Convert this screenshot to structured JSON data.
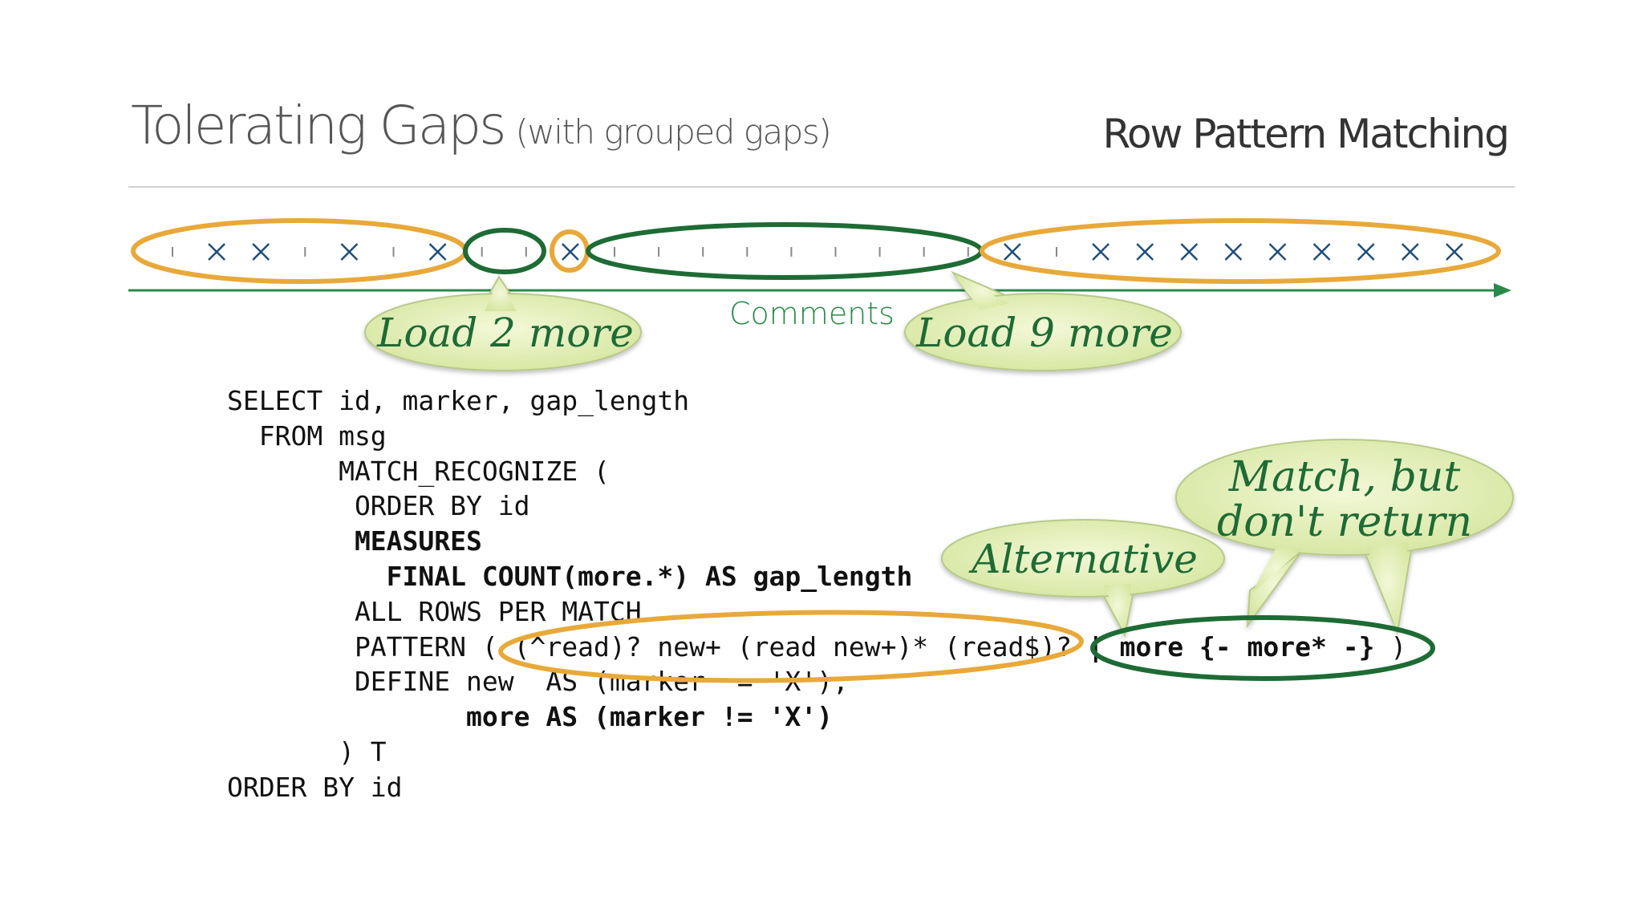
{
  "slide": {
    "title": "Tolerating Gaps",
    "subtitle": "(with grouped gaps)",
    "section": "Row Pattern Matching"
  },
  "timeline": {
    "axis_label": "Comments",
    "markers": [
      "|",
      "X",
      "X",
      "|",
      "X",
      "|",
      "X",
      "|",
      "|",
      "X",
      "|",
      "|",
      "|",
      "|",
      "|",
      "|",
      "|",
      "|",
      "|",
      "X",
      "|",
      "X",
      "X",
      "X",
      "X",
      "X",
      "X",
      "X",
      "X",
      "X"
    ]
  },
  "bubbles": {
    "load_2": "Load 2 more",
    "load_9": "Load 9 more",
    "alternative": "Alternative",
    "match_line1": "Match, but",
    "match_line2": "don't return"
  },
  "code": {
    "l1": "SELECT id, marker, gap_length",
    "l2": "  FROM msg",
    "l3": "       MATCH_RECOGNIZE (",
    "l4": "        ORDER BY id",
    "l5": "        MEASURES",
    "l6": "          FINAL COUNT(more.*) AS gap_length",
    "l7": "        ALL ROWS PER MATCH",
    "l8a": "        PATTERN ( (^read)? new+ (read new+)* (read$)? ",
    "l8b": "| more {- more* -}",
    "l8c": " )",
    "l9": "        DEFINE new  AS (marker  = 'X'),",
    "l10": "               more AS (marker != 'X')",
    "l11": "       ) T",
    "l12": "ORDER BY id"
  },
  "colors": {
    "orange": "#e8a93a",
    "green": "#1e6b35",
    "marker_blue": "#1f4e79",
    "bubble_fill": "#e4efb6"
  }
}
